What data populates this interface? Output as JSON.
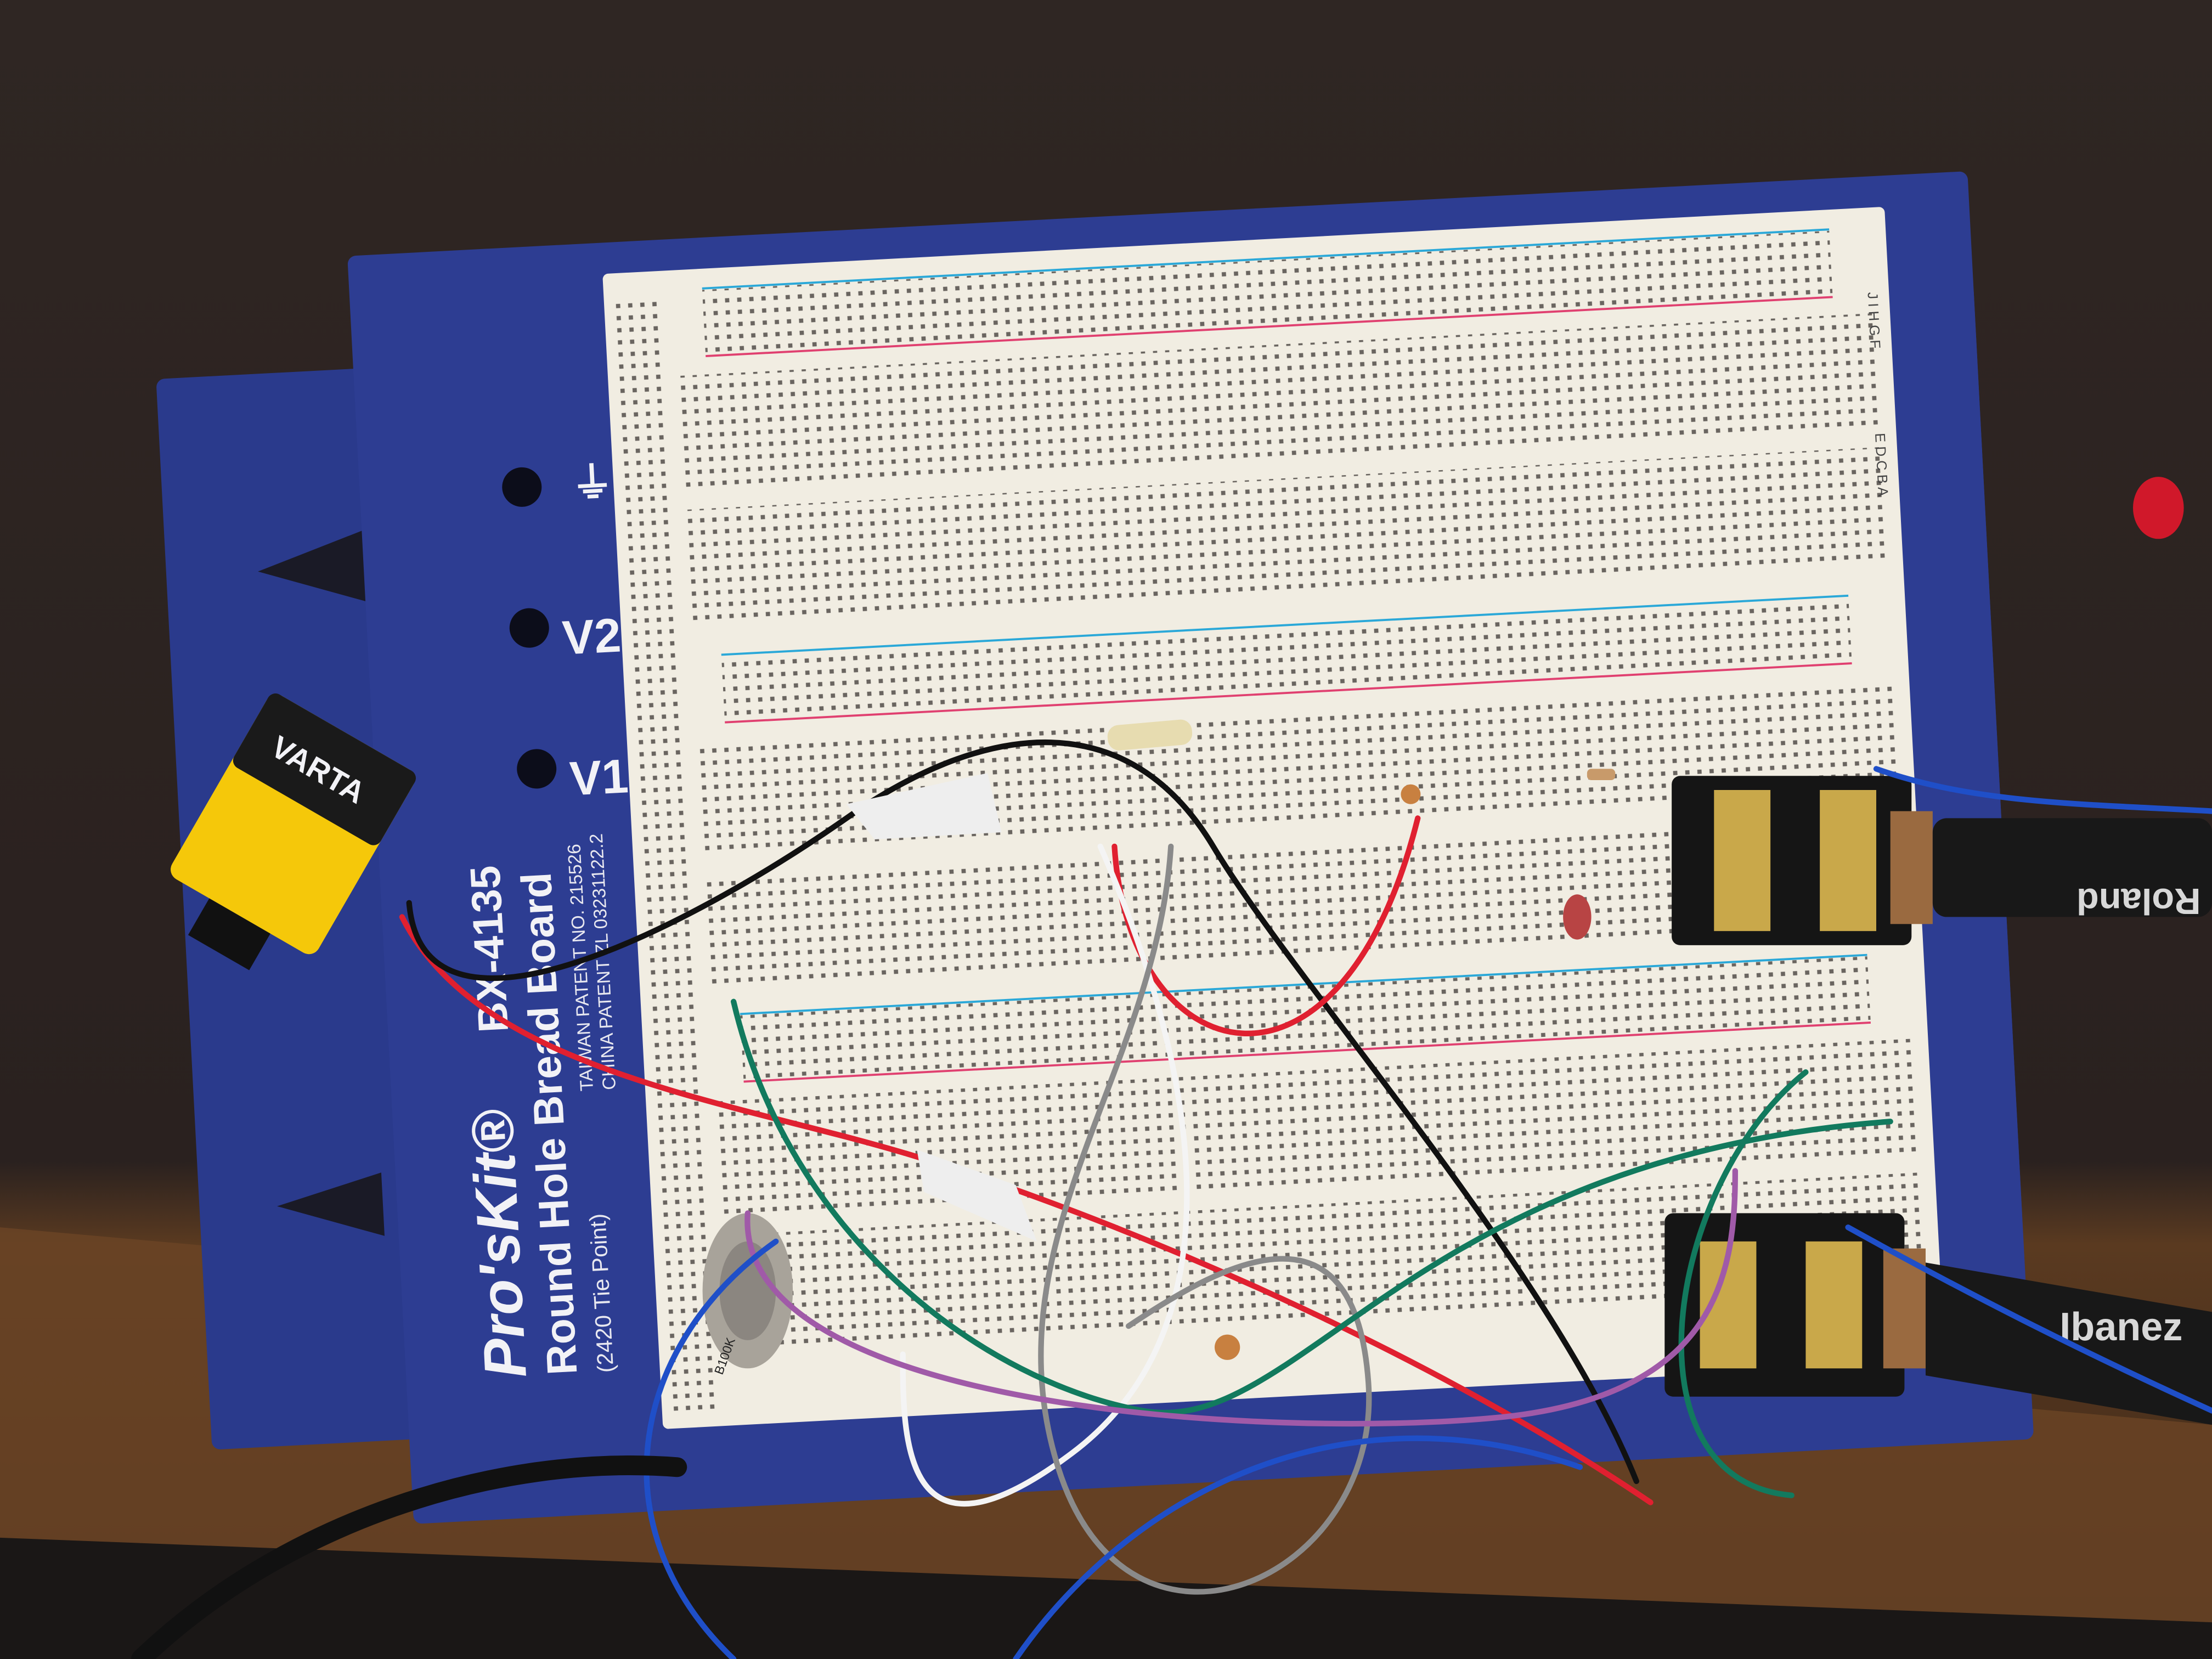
{
  "board": {
    "brand": "Pro'sKit®",
    "model": "BX-4135",
    "name": "Round Hole Bread Board",
    "tie_points": "(2420 Tie Point)",
    "taiwan_patent": "TAIWAN PATENT NO. 215526",
    "china_patent": "CHINA PATENT ZL 03231122.2",
    "terminals": [
      "V1",
      "V2"
    ],
    "row_letters_top": "J I H G F",
    "row_letters_bottom": "E D C B A"
  },
  "battery": {
    "brand": "VARTA"
  },
  "potentiometer": {
    "marking": "B100K"
  },
  "cables": [
    {
      "brand": "Roland"
    },
    {
      "brand": "Ibanez"
    }
  ],
  "colors": {
    "board_blue": "#2a3a8c",
    "breadboard": "#f1ede2",
    "table": "#2b2320",
    "red_wire": "#e02030",
    "blue_wire": "#1f4fc8",
    "green_wire": "#127a5e",
    "purple_wire": "#a05aa8"
  }
}
